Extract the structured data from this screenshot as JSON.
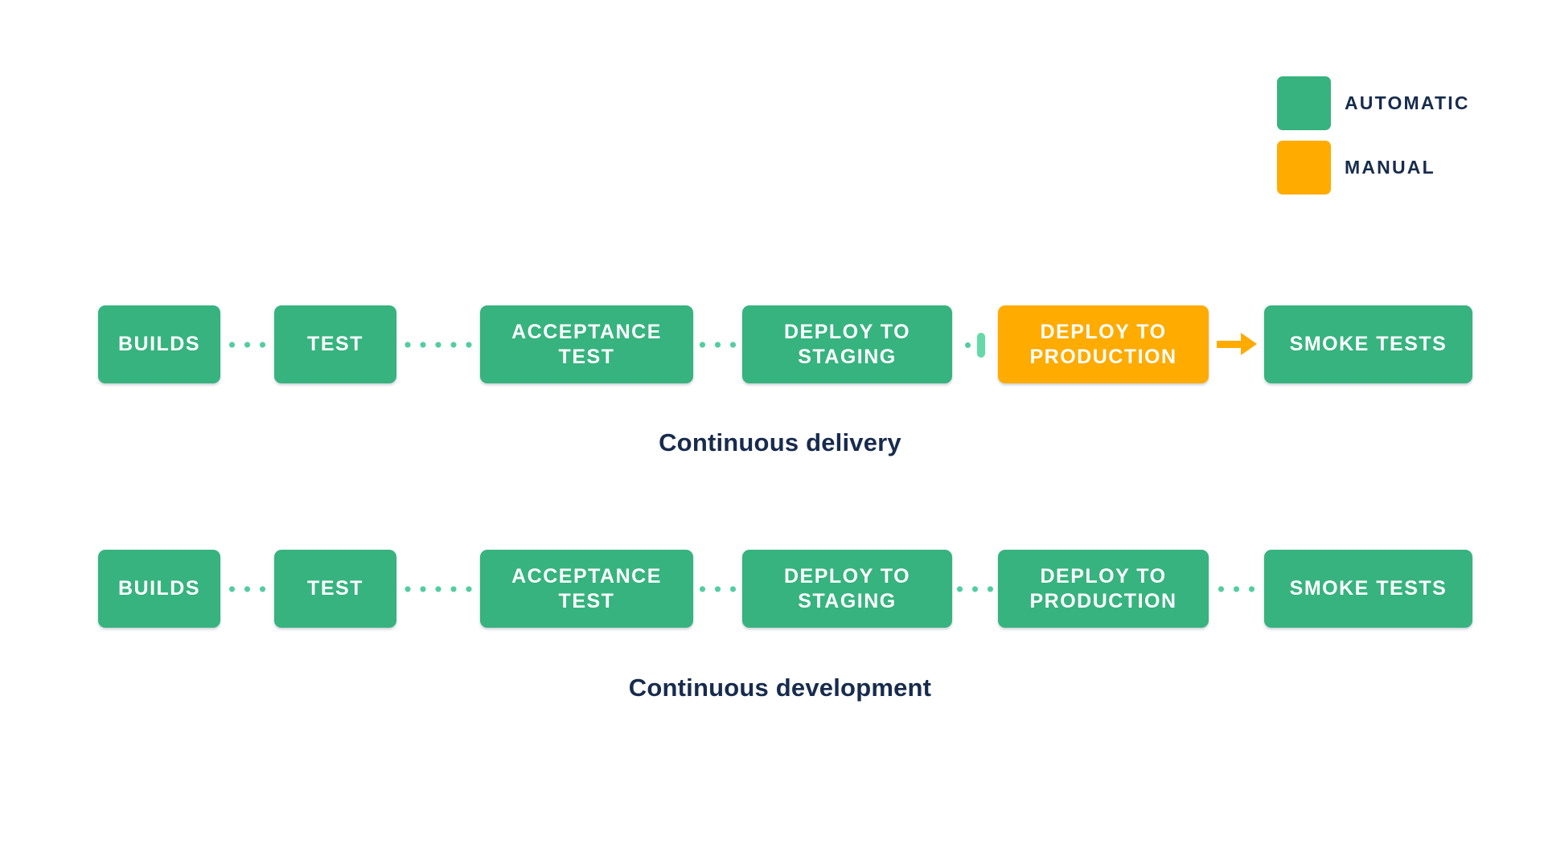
{
  "title": "Continuous delivery vs continuous development pipeline diagram",
  "colors": {
    "automatic": "#36B37E",
    "manual": "#FFAB00",
    "connector_dot": "#53CDA0",
    "gate_bar": "#66D9A8",
    "caption_text": "#172B4D",
    "box_text": "#FFFFFF",
    "background": "#FFFFFF"
  },
  "legend": {
    "items": [
      {
        "label": "AUTOMATIC",
        "color": "#36B37E"
      },
      {
        "label": "MANUAL",
        "color": "#FFAB00"
      }
    ]
  },
  "pipelines": [
    {
      "caption": "Continuous delivery",
      "steps": [
        {
          "label": "BUILDS",
          "mode": "automatic"
        },
        {
          "label": "TEST",
          "mode": "automatic"
        },
        {
          "label": "ACCEPTANCE TEST",
          "mode": "automatic"
        },
        {
          "label": "DEPLOY TO STAGING",
          "mode": "automatic"
        },
        {
          "label": "DEPLOY TO PRODUCTION",
          "mode": "manual"
        },
        {
          "label": "SMOKE TESTS",
          "mode": "automatic"
        }
      ],
      "connectors": [
        "dots",
        "dots",
        "dots",
        "manual-gate",
        "manual-arrow"
      ]
    },
    {
      "caption": "Continuous development",
      "steps": [
        {
          "label": "BUILDS",
          "mode": "automatic"
        },
        {
          "label": "TEST",
          "mode": "automatic"
        },
        {
          "label": "ACCEPTANCE TEST",
          "mode": "automatic"
        },
        {
          "label": "DEPLOY TO STAGING",
          "mode": "automatic"
        },
        {
          "label": "DEPLOY TO PRODUCTION",
          "mode": "automatic"
        },
        {
          "label": "SMOKE TESTS",
          "mode": "automatic"
        }
      ],
      "connectors": [
        "dots",
        "dots",
        "dots",
        "dots",
        "dots"
      ]
    }
  ]
}
